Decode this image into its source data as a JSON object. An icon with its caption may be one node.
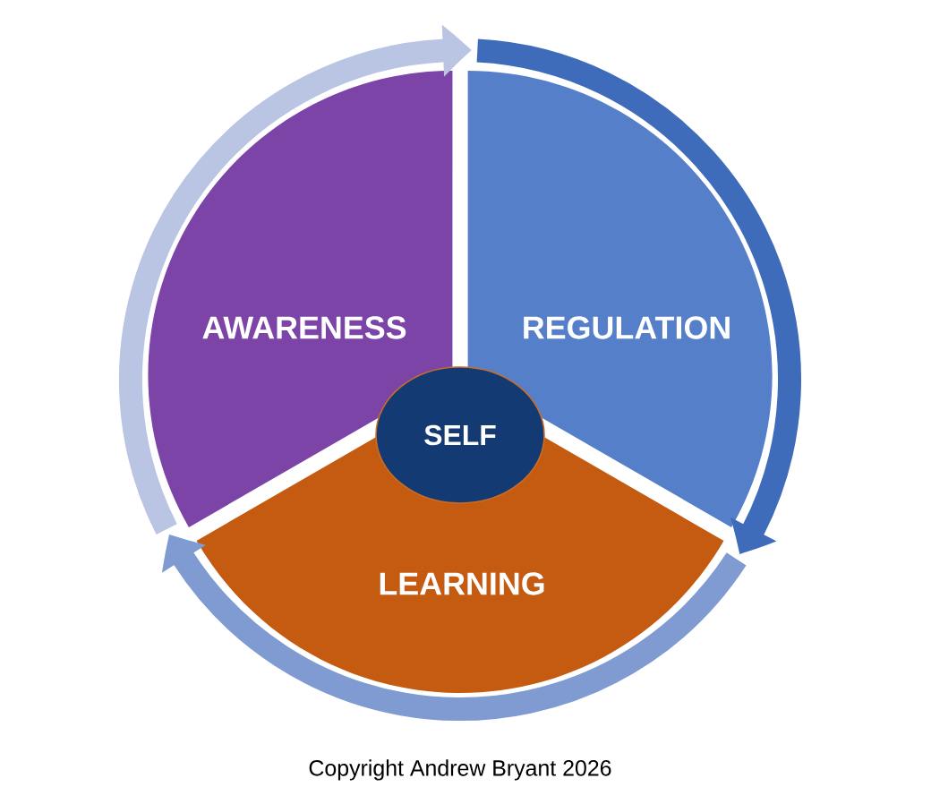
{
  "diagram": {
    "nodes": [
      {
        "text": [
          "AWARENESS"
        ]
      },
      {
        "text": [
          "REGULATION"
        ]
      },
      {
        "text": [
          "LEARNING"
        ]
      },
      {
        "text": [
          "SELF"
        ]
      }
    ],
    "edges": [
      {
        "from": 0,
        "to": 1,
        "arrow": "to",
        "color": "#bac5e3"
      },
      {
        "from": 1,
        "to": 2,
        "arrow": "to",
        "color": "#3f6cba"
      },
      {
        "from": 2,
        "to": 0,
        "arrow": "to",
        "color": "#7f9bd1"
      }
    ],
    "labels": [
      "Copyright Andrew Bryant 2026"
    ]
  }
}
